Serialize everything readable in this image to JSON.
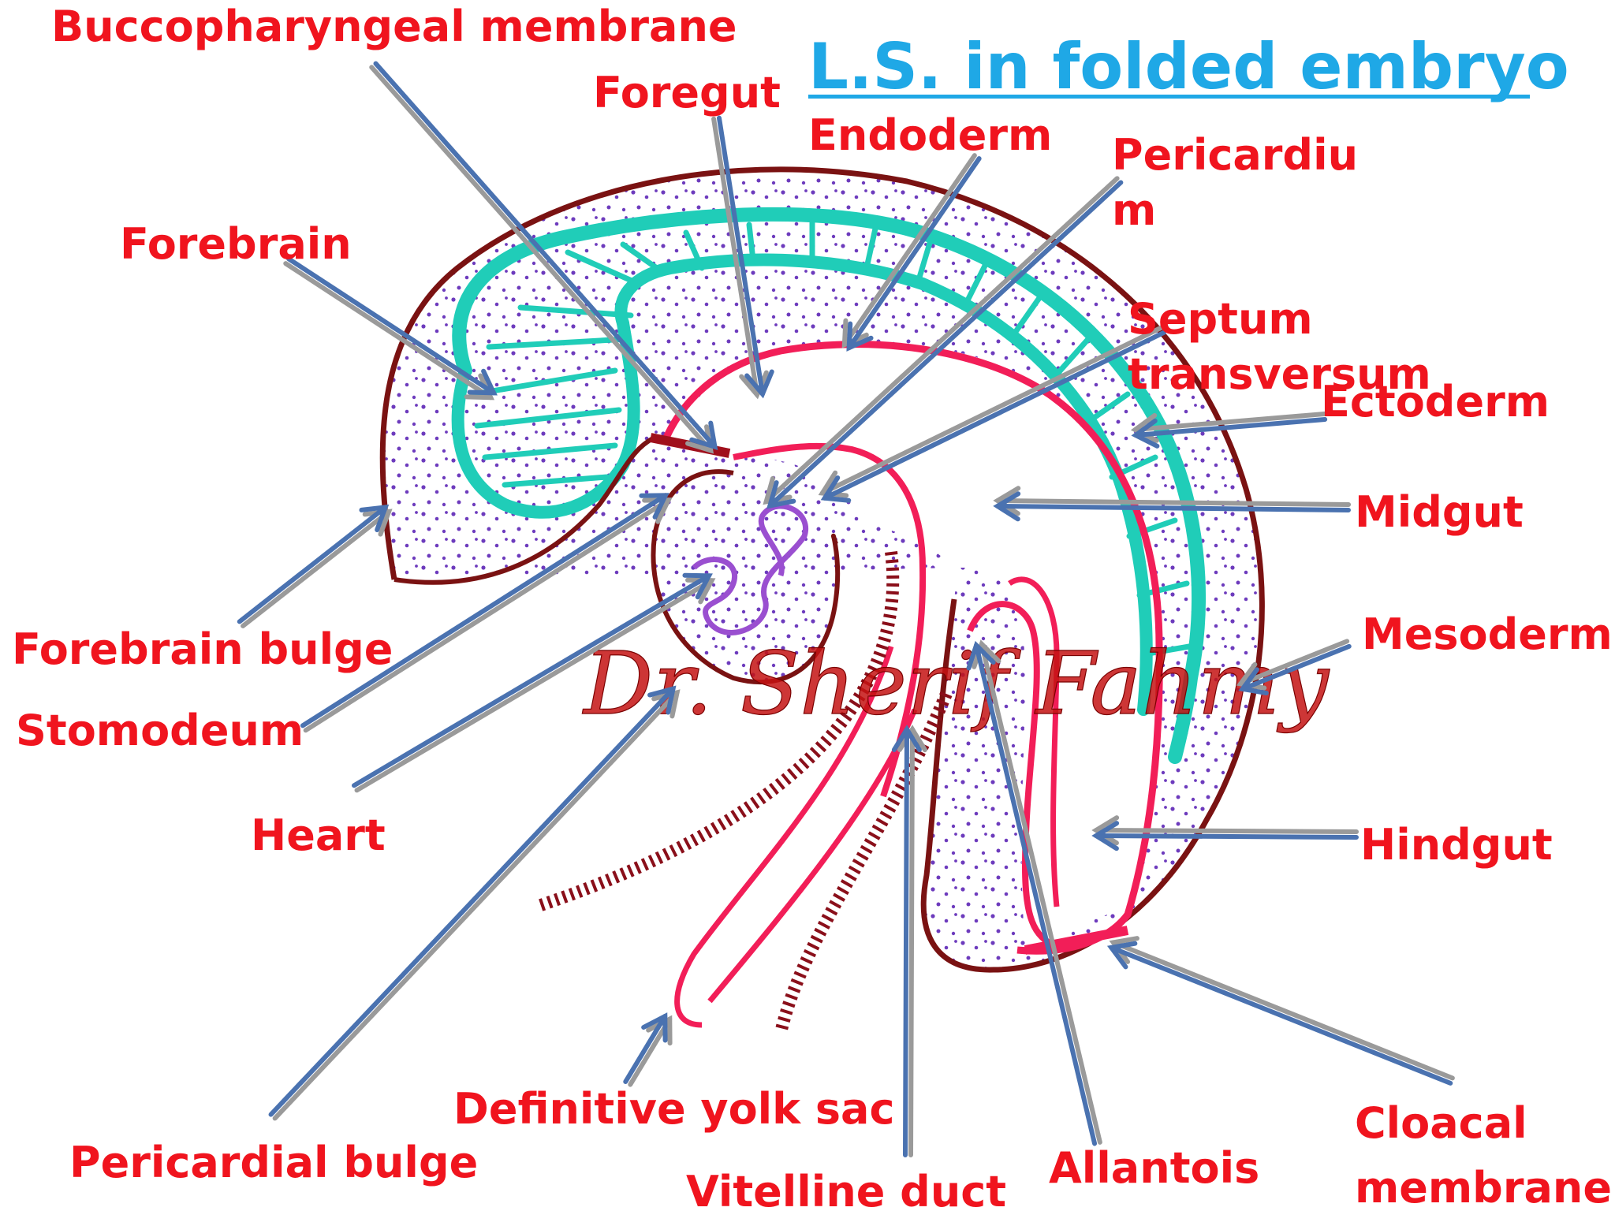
{
  "colors": {
    "label": "#f0141e",
    "title": "#1fa8e6",
    "leader_blue": "#4a72b0",
    "leader_grey": "#9a9a9a",
    "outline": "#7a1212",
    "neural": "#20cdb8",
    "gut": "#f21e58",
    "mesoderm_dots": "#6d3bbd",
    "heart": "#9a4fd0",
    "watermark": "#c41313"
  },
  "title": "L.S. in folded embryo",
  "watermark": "Dr. Sherif Fahmy",
  "labels": {
    "buccopharyngeal_membrane": "Buccopharyngeal membrane",
    "foregut": "Foregut",
    "endoderm": "Endoderm",
    "pericardium_line1": "Pericardiu",
    "pericardium_line2": "m",
    "forebrain": "Forebrain",
    "septum_line1": "Septum",
    "septum_line2": "transversum",
    "ectoderm": "Ectoderm",
    "midgut": "Midgut",
    "forebrain_bulge": "Forebrain bulge",
    "mesoderm": "Mesoderm",
    "stomodeum": "Stomodeum",
    "heart": "Heart",
    "hindgut": "Hindgut",
    "definitive_yolk_sac": "Definitive yolk sac",
    "pericardial_bulge": "Pericardial bulge",
    "vitelline_duct": "Vitelline duct",
    "allantois": "Allantois",
    "cloacal_line1": "Cloacal",
    "cloacal_line2": "membrane"
  }
}
